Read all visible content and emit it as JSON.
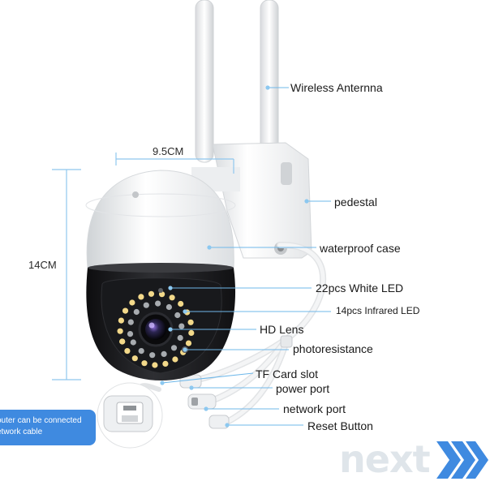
{
  "dimensions": {
    "width": "9.5CM",
    "height": "14CM"
  },
  "labels": {
    "antenna": "Wireless Anternna",
    "pedestal": "pedestal",
    "waterproof": "waterproof case",
    "white_led": "22pcs White LED",
    "infrared_led": "14pcs Infrared LED",
    "lens": "HD Lens",
    "photoresistance": "photoresistance",
    "tf_card": "TF Card slot",
    "power_port": "power port",
    "network_port": "network port",
    "reset_button": "Reset Button"
  },
  "note": {
    "line1": "outer can be connected",
    "line2": "etwork cable"
  },
  "brand": {
    "text": "next"
  },
  "colors": {
    "callout": "#6fb8ea",
    "dot": "#8cc8f0",
    "note_bg": "#3f8ae0",
    "brand": "#dfe5ea",
    "shell": "#f4f5f6",
    "dome_lower": "#1c1c1e",
    "led_white": "#f3d98a",
    "led_ir": "#a8acb0"
  },
  "icons": {
    "chevrons": "triple-chevron-right-icon"
  }
}
